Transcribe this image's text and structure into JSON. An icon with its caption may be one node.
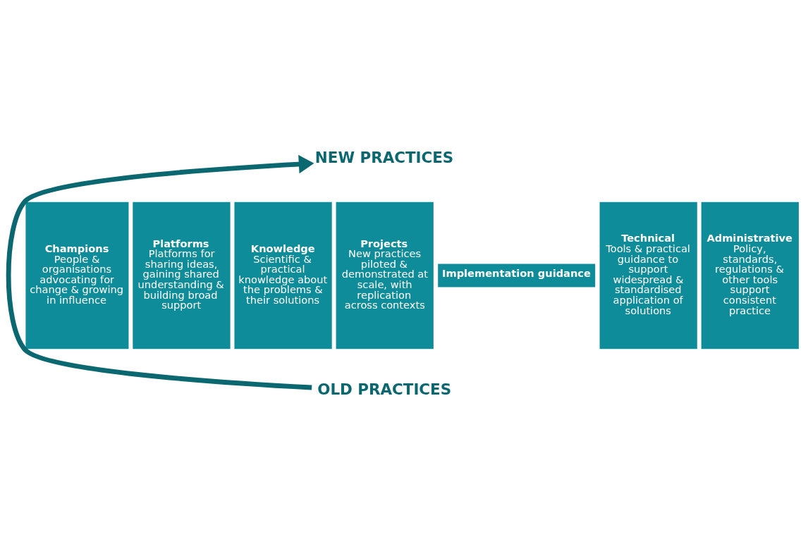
{
  "diagram": {
    "nodes": [
      {
        "text": [
          "NEW PRACTICES"
        ]
      },
      {
        "text": [
          "Champions",
          "People & organisations advocating for change & growing in influence"
        ]
      },
      {
        "text": [
          "Platforms",
          "Platforms for sharing ideas, gaining shared understanding & building broad support"
        ]
      },
      {
        "text": [
          "Knowledge",
          "Scientific & practical knowledge about the problems & their solutions"
        ]
      },
      {
        "text": [
          "Projects",
          "New practices piloted & demonstrated at scale, with replication across contexts"
        ]
      },
      {
        "text": [
          "Implementation guidance"
        ]
      },
      {
        "text": [
          "Technical",
          "Tools & practical guidance to support widespread & standardised application of solutions"
        ]
      },
      {
        "text": [
          "Administrative",
          "Policy, standards, regulations & other tools support consistent practice"
        ]
      },
      {
        "text": [
          "OLD PRACTICES"
        ]
      }
    ],
    "edges": [
      {
        "from": 8,
        "to": 0,
        "arrow": "to"
      }
    ]
  }
}
